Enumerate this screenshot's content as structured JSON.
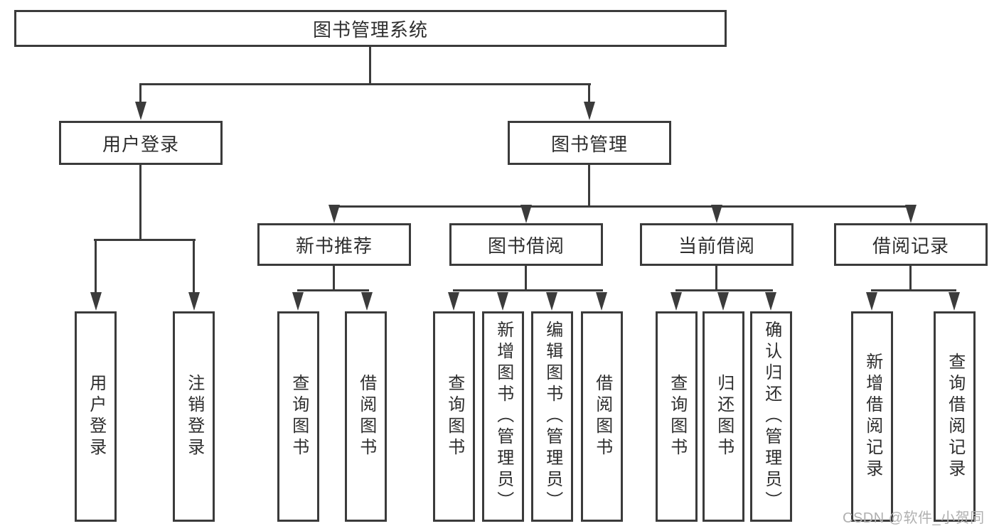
{
  "nodes": {
    "root": {
      "label": "图书管理系统"
    },
    "user_login": {
      "label": "用户登录",
      "children": {
        "login": "用户登录",
        "logout": "注销登录"
      }
    },
    "book_mgmt": {
      "label": "图书管理"
    },
    "new_book": {
      "label": "新书推荐",
      "children": {
        "query": "查询图书",
        "borrow": "借阅图书"
      }
    },
    "borrowing": {
      "label": "图书借阅",
      "children": {
        "query": "查询图书",
        "add": "新增图书（管理员）",
        "edit": "编辑图书（管理员）",
        "borrow": "借阅图书"
      }
    },
    "current": {
      "label": "当前借阅",
      "children": {
        "query": "查询图书",
        "return": "归还图书",
        "confirm": "确认归还（管理员）"
      }
    },
    "records": {
      "label": "借阅记录",
      "children": {
        "add": "新增借阅记录",
        "query": "查询借阅记录"
      }
    }
  },
  "watermark": {
    "text": "CSDN @软件_小贺同学"
  },
  "colors": {
    "line": "#3b3b3b",
    "text": "#2e2e2e",
    "watermark": "#b0b0b0",
    "background": "#ffffff"
  }
}
